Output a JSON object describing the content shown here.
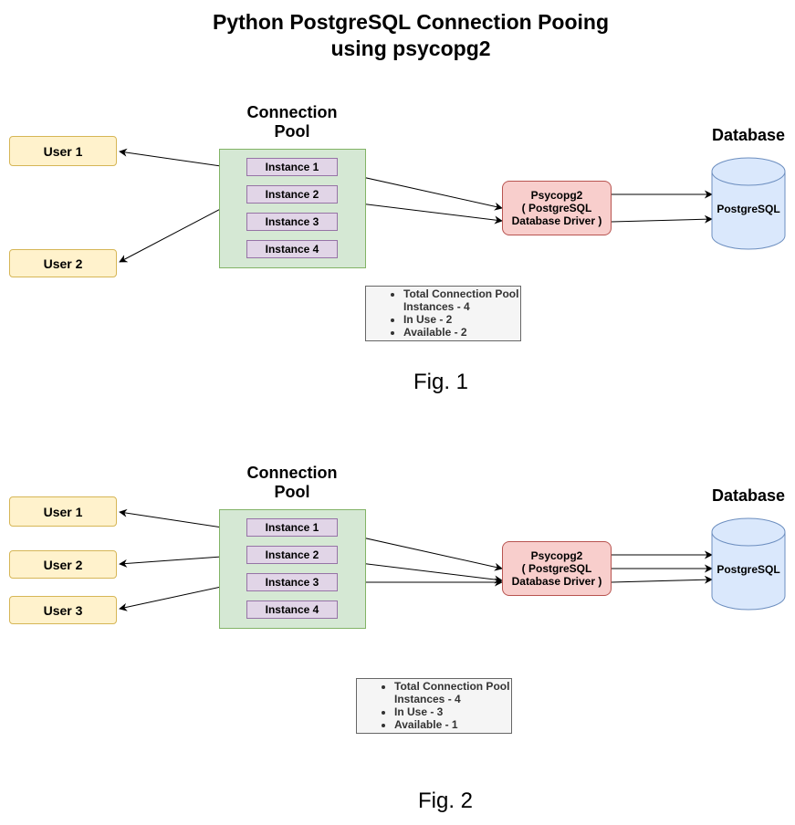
{
  "title": {
    "line1": "Python PostgreSQL Connection Pooing",
    "line2": "using psycopg2"
  },
  "fig1": {
    "pool_heading": {
      "line1": "Connection",
      "line2": "Pool"
    },
    "database_heading": "Database",
    "users": [
      "User 1",
      "User 2"
    ],
    "instances": [
      "Instance 1",
      "Instance 2",
      "Instance 3",
      "Instance 4"
    ],
    "driver": {
      "line1": "Psycopg2",
      "line2": "( PostgreSQL",
      "line3": "Database Driver )"
    },
    "database": "PostgreSQL",
    "note": [
      "Total Connection Pool Instances - 4",
      "In Use  - 2",
      "Available - 2"
    ],
    "caption": "Fig. 1"
  },
  "fig2": {
    "pool_heading": {
      "line1": "Connection",
      "line2": "Pool"
    },
    "database_heading": "Database",
    "users": [
      "User 1",
      "User 2",
      "User 3"
    ],
    "instances": [
      "Instance 1",
      "Instance 2",
      "Instance 3",
      "Instance 4"
    ],
    "driver": {
      "line1": "Psycopg2",
      "line2": "( PostgreSQL",
      "line3": "Database Driver )"
    },
    "database": "PostgreSQL",
    "note": [
      "Total Connection Pool Instances - 4",
      "In Use  - 3",
      "Available - 1"
    ],
    "caption": "Fig. 2"
  },
  "colors": {
    "user_fill": "#fff2cc",
    "pool_fill": "#d5e8d4",
    "instance_fill": "#e1d5e7",
    "driver_fill": "#f8cecc",
    "database_fill": "#dae8fc",
    "note_fill": "#f5f5f5"
  }
}
